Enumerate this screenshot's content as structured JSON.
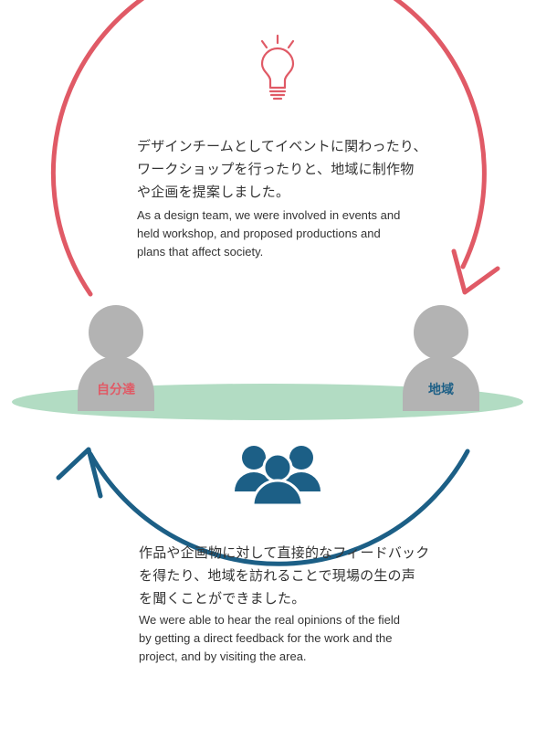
{
  "top": {
    "jp_lines": [
      "デザインチームとしてイベントに関わったり、",
      "ワークショップを行ったりと、地域に制作物",
      "や企画を提案しました。"
    ],
    "en_lines": [
      "As a design team, we were involved in events and",
      "held workshop, and proposed productions and",
      "plans that affect society."
    ]
  },
  "bottom": {
    "jp_lines": [
      "作品や企画物に対して直接的なフィードバック",
      "を得たり、地域を訪れることで現場の生の声",
      "を聞くことができました。"
    ],
    "en_lines": [
      "We were able to hear the real opinions of the field",
      "by getting a direct feedback for the work and the",
      "project, and by visiting the area."
    ]
  },
  "people": {
    "left_label": "自分達",
    "right_label": "地域"
  },
  "icons": {
    "top": "lightbulb-icon",
    "center": "group-of-people-icon",
    "people": "person-icon"
  },
  "colors": {
    "top_arc": "#e05a66",
    "bottom_arc": "#1c5f86",
    "person": "#b3b3b3",
    "ground": "#b2dcc3",
    "left_label": "#e05a66",
    "right_label": "#1c5f86",
    "group_icon": "#1c5f86"
  }
}
